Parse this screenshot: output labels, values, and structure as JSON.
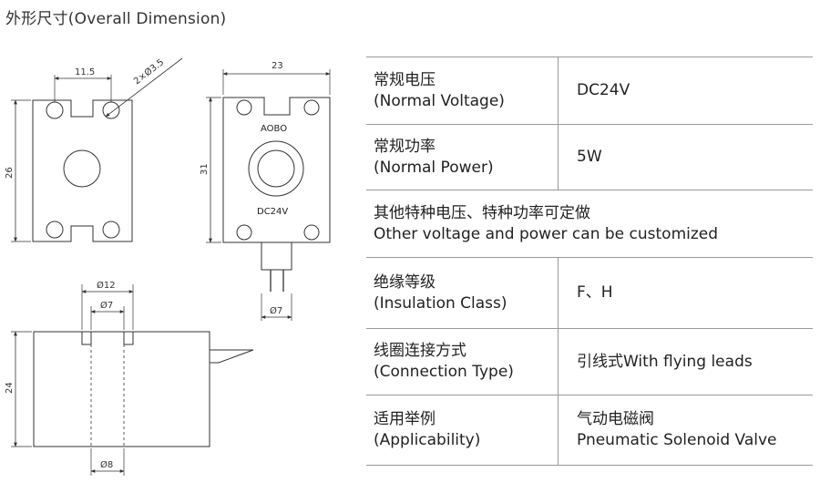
{
  "title": "外形尺寸(Overall Dimension)",
  "drawing": {
    "front_view": {
      "dim_hole_spacing": "11.5",
      "dim_hole_dia": "2×Ø3.5",
      "dim_height": "26"
    },
    "side_view": {
      "dim_width": "23",
      "dim_height": "31",
      "brand_mark": "AOBO",
      "voltage_mark": "DC24V",
      "dim_pin": "Ø7"
    },
    "section_view": {
      "dim_outer": "Ø12",
      "dim_inner_top": "Ø7",
      "dim_height": "24",
      "dim_bore": "Ø8"
    }
  },
  "specs": [
    {
      "label_cn": "常规电压",
      "label_en": "(Normal Voltage)",
      "value": "DC24V"
    },
    {
      "label_cn": "常规功率",
      "label_en": "(Normal Power)",
      "value": "5W"
    },
    {
      "note_cn": "其他特种电压、特种功率可定做",
      "note_en": "Other voltage and power can be customized"
    },
    {
      "label_cn": "绝缘等级",
      "label_en": "(Insulation Class)",
      "value": "F、H"
    },
    {
      "label_cn": "线圈连接方式",
      "label_en": "(Connection Type)",
      "value": "引线式With flying leads"
    },
    {
      "label_cn": "适用举例",
      "label_en": "(Applicability)",
      "value": "气动电磁阀",
      "value2": "Pneumatic Solenoid Valve"
    }
  ]
}
